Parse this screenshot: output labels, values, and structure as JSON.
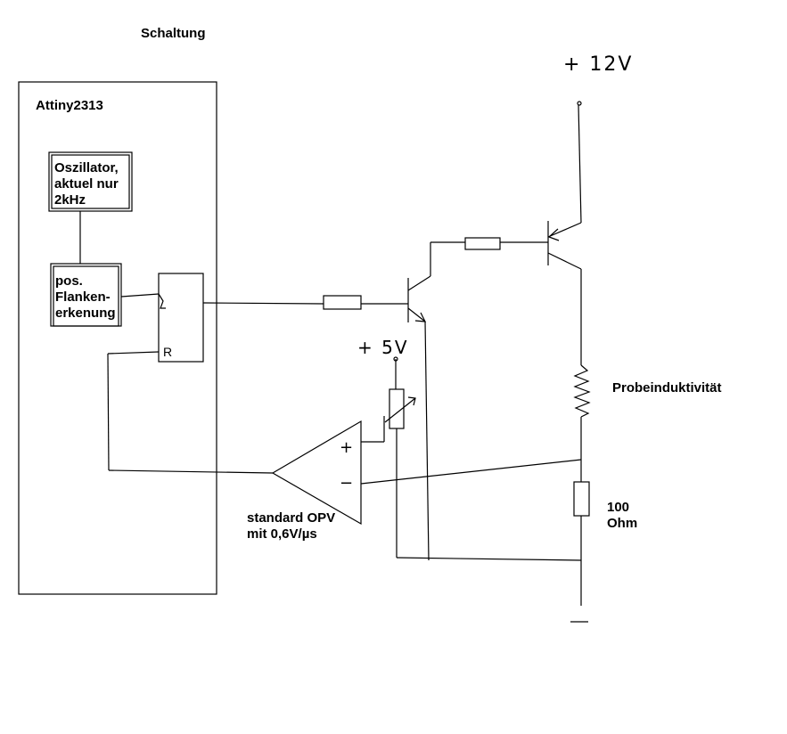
{
  "title": "Schaltung",
  "mcu_label": "Attiny2313",
  "oscillator_label": "Oszillator,\naktuel nur\n2kHz",
  "edge_label": "pos.\nFlanken-\nerkenung",
  "flipflop_r_label": "R",
  "opamp_label": "standard OPV\nmit 0,6V/µs",
  "opamp_plus": "+",
  "opamp_minus": "−",
  "supply_12v": "+ 12V",
  "supply_5v": "+ 5V",
  "inductor_label": "Probeinduktivität",
  "resistor_label": "100\nOhm",
  "ground_sign": "—",
  "colors": {
    "ink": "#000000",
    "background": "#ffffff"
  }
}
